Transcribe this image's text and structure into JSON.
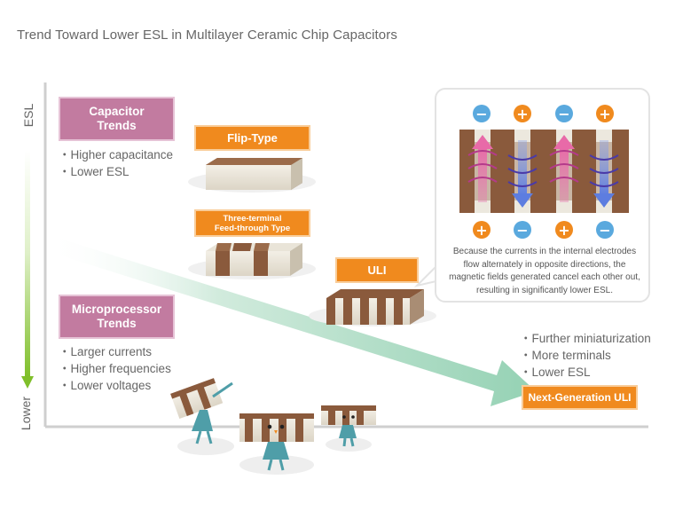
{
  "title": "Trend Toward Lower ESL in Multilayer Ceramic Chip Capacitors",
  "axis": {
    "top_label": "ESL",
    "bottom_label": "Lower"
  },
  "capacitor_trends": {
    "heading": "Capacitor\nTrends",
    "items": [
      "Higher capacitance",
      "Lower ESL"
    ]
  },
  "microprocessor_trends": {
    "heading": "Microprocessor\nTrends",
    "items": [
      "Larger currents",
      "Higher frequencies",
      "Lower voltages"
    ]
  },
  "products": {
    "flip_type": "Flip-Type",
    "three_terminal": "Three-terminal\nFeed-through Type",
    "uli": "ULI",
    "next_gen": "Next-Generation ULI"
  },
  "next_gen_items": [
    "Further miniaturization",
    "More terminals",
    "Lower ESL"
  ],
  "callout": {
    "top_signs": [
      "−",
      "+",
      "−",
      "+"
    ],
    "bottom_signs": [
      "+",
      "−",
      "+",
      "−"
    ],
    "text": "Because the currents in the internal electrodes flow alternately in opposite directions, the magnetic fields generated cancel each other out, resulting in significantly lower ESL."
  },
  "colors": {
    "pink": "#c27ba0",
    "orange": "#f08a1e",
    "minus_blue": "#5aa9de",
    "trend_arrow": "#9bd3b8",
    "axis_arrow": "#7fbf2a",
    "chip_brown": "#8a5a3c"
  }
}
